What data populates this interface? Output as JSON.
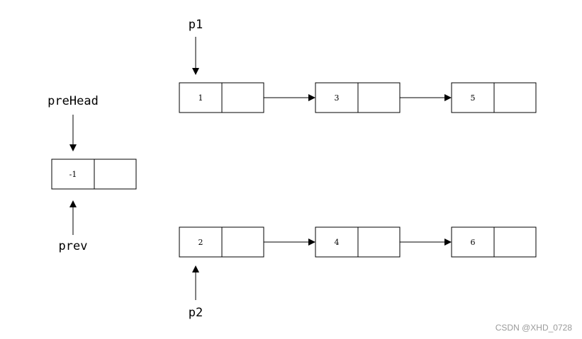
{
  "diagram": {
    "title": "",
    "nodes": [
      {
        "id": "prehead",
        "value": "-1"
      },
      {
        "id": "n1",
        "value": "1"
      },
      {
        "id": "n3",
        "value": "3"
      },
      {
        "id": "n5",
        "value": "5"
      },
      {
        "id": "n2",
        "value": "2"
      },
      {
        "id": "n4",
        "value": "4"
      },
      {
        "id": "n6",
        "value": "6"
      }
    ],
    "pointers": [
      {
        "label": "p1",
        "target": "n1"
      },
      {
        "label": "p2",
        "target": "n2"
      },
      {
        "label": "preHead",
        "target": "prehead"
      },
      {
        "label": "prev",
        "target": "prehead"
      }
    ],
    "links": [
      {
        "from": "n1",
        "to": "n3"
      },
      {
        "from": "n3",
        "to": "n5"
      },
      {
        "from": "n2",
        "to": "n4"
      },
      {
        "from": "n4",
        "to": "n6"
      }
    ]
  },
  "watermark": "CSDN @XHD_0728"
}
